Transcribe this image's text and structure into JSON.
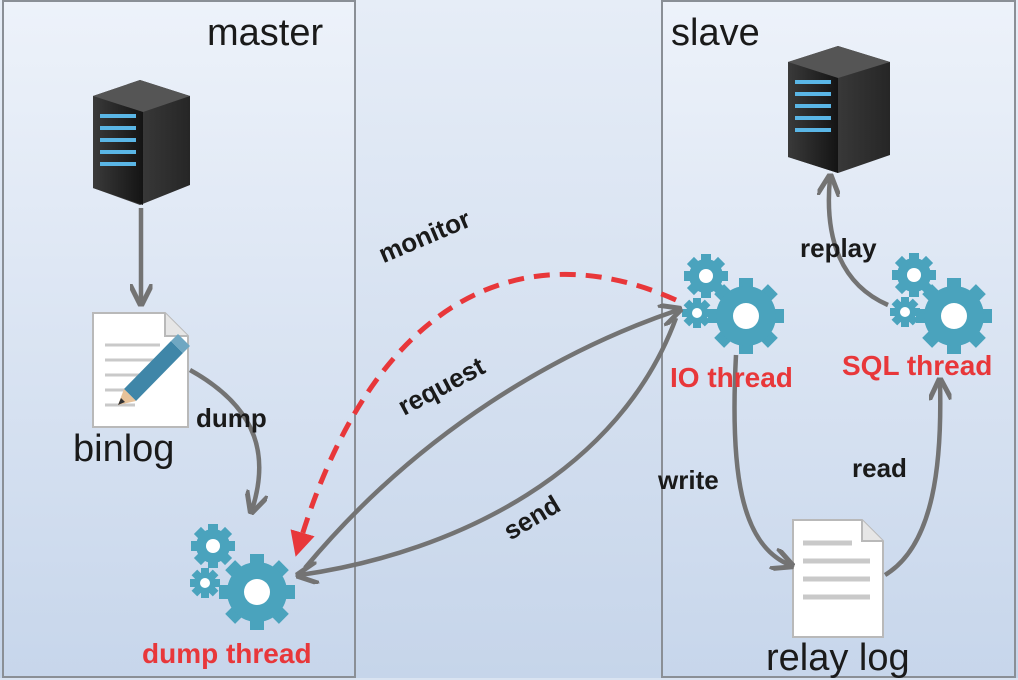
{
  "diagram": {
    "master_panel": {
      "title": "master"
    },
    "slave_panel": {
      "title": "slave"
    },
    "nodes": {
      "binlog": "binlog",
      "dump_thread": "dump thread",
      "io_thread": "IO thread",
      "sql_thread": "SQL thread",
      "relay_log": "relay log"
    },
    "edges": {
      "dump": "dump",
      "monitor": "monitor",
      "request": "request",
      "send": "send",
      "write": "write",
      "read": "read",
      "replay": "replay"
    },
    "colors": {
      "highlight": "#e8373a",
      "arrow": "#737373",
      "gear": "#4aa3bd",
      "server": "#2b2b2b"
    },
    "icons": [
      "server-icon",
      "document-pencil-icon",
      "gear-icon",
      "document-icon"
    ]
  }
}
